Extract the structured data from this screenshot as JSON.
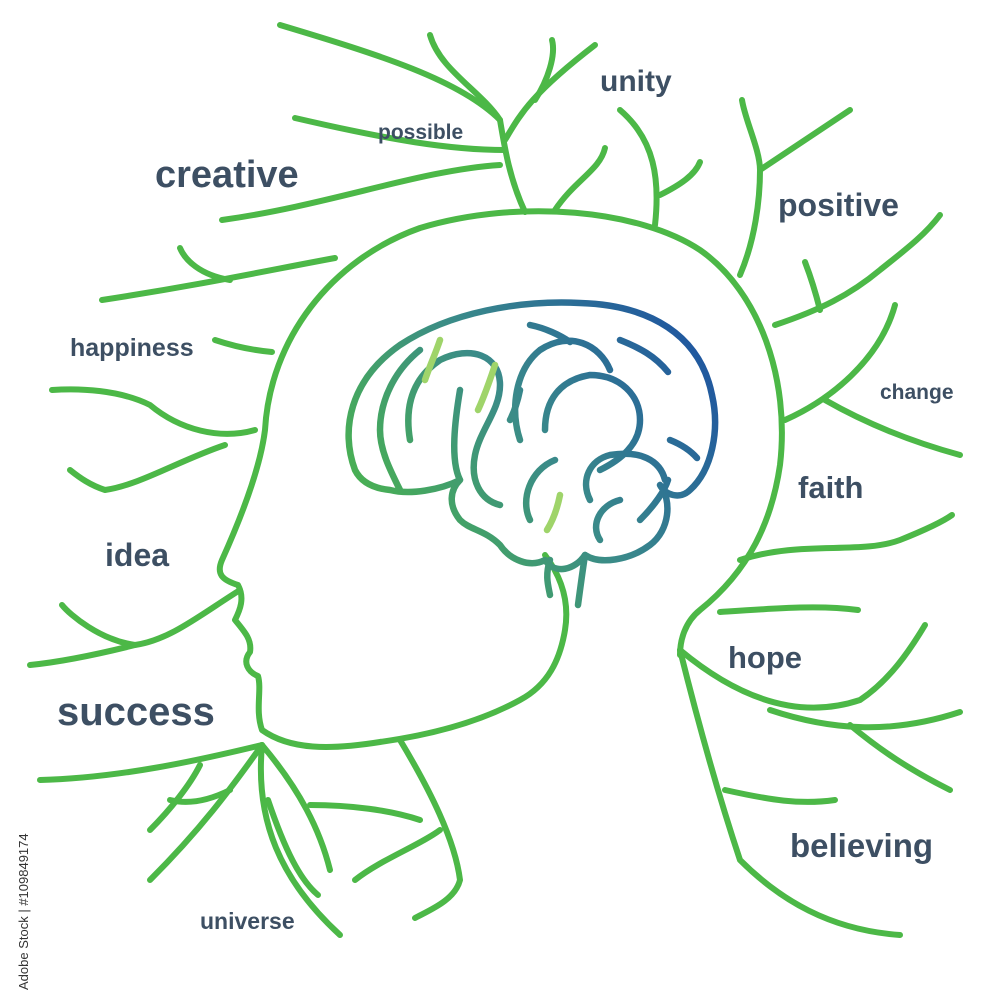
{
  "colors": {
    "branch": "#4cb847",
    "text": "#3d4f63",
    "brain_blue": "#1b4ea3",
    "brain_teal": "#3a8a8a",
    "brain_green": "#4cb847",
    "brain_light": "#9fd46a",
    "stock_id": "#333333"
  },
  "words": {
    "unity": "unity",
    "possible": "possible",
    "creative": "creative",
    "positive": "positive",
    "happiness": "happiness",
    "change": "change",
    "faith": "faith",
    "idea": "idea",
    "hope": "hope",
    "success": "success",
    "believing": "believing",
    "universe": "universe"
  },
  "stock_id": "Adobe Stock | #109849174"
}
